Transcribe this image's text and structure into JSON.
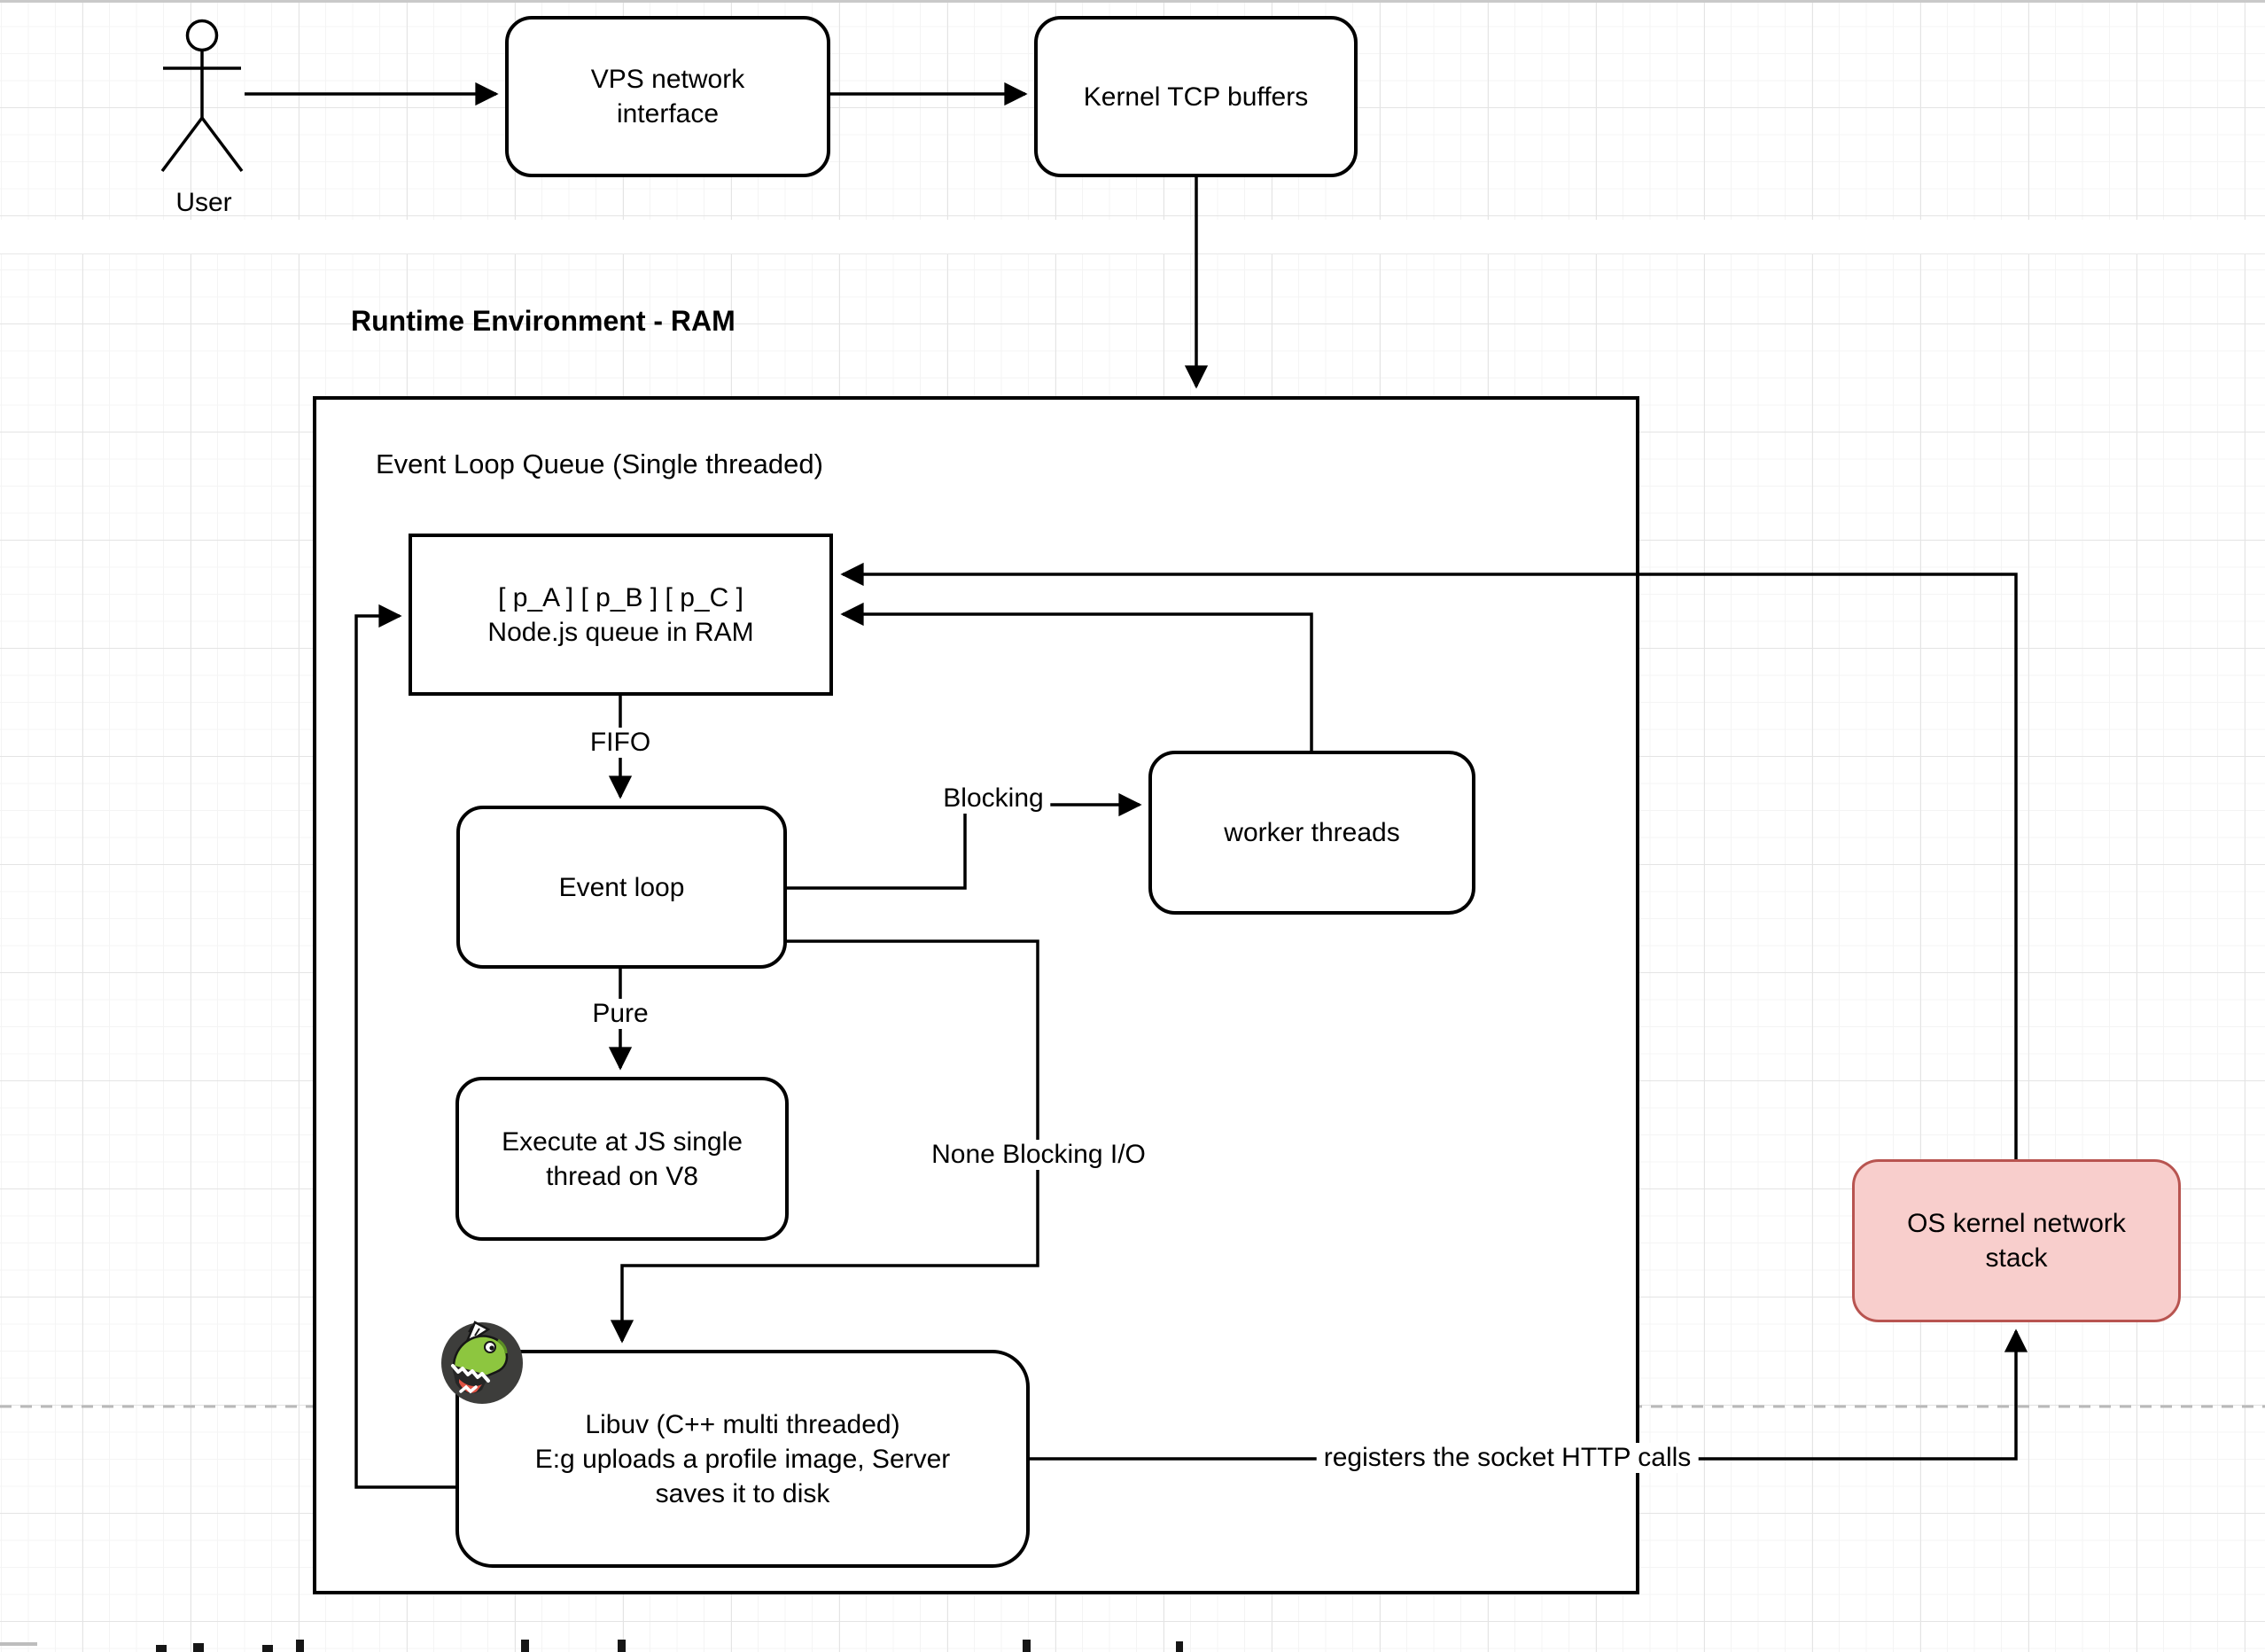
{
  "diagram": {
    "runtime_title": "Runtime Environment - RAM",
    "container_label": "Event Loop Queue (Single threaded)"
  },
  "nodes": {
    "user": {
      "label": "User"
    },
    "vps": {
      "label": "VPS network\ninterface"
    },
    "kernel_tcp": {
      "label": "Kernel TCP buffers"
    },
    "queue": {
      "label": "[ p_A ] [ p_B ] [ p_C ]\nNode.js queue in RAM"
    },
    "event_loop": {
      "label": "Event loop"
    },
    "worker_threads": {
      "label": "worker threads"
    },
    "execute_v8": {
      "label": "Execute at JS single\nthread on V8"
    },
    "libuv": {
      "label": "Libuv (C++ multi threaded)\nE:g uploads a profile image, Server\nsaves it to disk"
    },
    "os_kernel": {
      "label": "OS kernel network\nstack",
      "fill": "#F8CECC",
      "stroke": "#B85450"
    }
  },
  "edges": {
    "fifo_label": "FIFO",
    "pure_label": "Pure",
    "blocking_label": "Blocking",
    "none_blocking_label": "None Blocking I/O",
    "registers_label": "registers the socket HTTP calls"
  },
  "colors": {
    "connector": "#000000",
    "page_dash": "#b9b9b9",
    "os_kernel_fill": "#F8CECC",
    "os_kernel_stroke": "#B85450"
  },
  "icons": {
    "libuv_logo": "libuv-dinosaur",
    "user_figure": "actor-stick-figure"
  }
}
